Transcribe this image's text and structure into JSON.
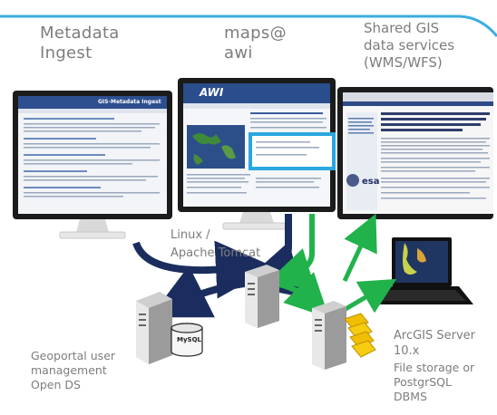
{
  "labels": {
    "metadata_ingest": "Metadata\nIngest",
    "maps_awi": "maps@\nawi",
    "shared_gis": "Shared GIS\ndata services\n(WMS/WFS)",
    "linux_tomcat": "Linux /\nApache Tomcat",
    "geoportal_user": "Geoportal user\nmanagement\nOpen DS",
    "arcgis_server": "ArcGIS Server\n10.x",
    "file_storage": "File storage or\nPostgrSQL\nDBMS",
    "mysql": "MySQL"
  },
  "screens": {
    "left_title": "GIS-Metadata Ingest",
    "middle_logo": "AWI",
    "right_title": "GRPC - Robust trends of landscape dynamics in the permafrost region with temporally dense Landsat time-series stacks",
    "right_badge": "esa"
  },
  "colors": {
    "navy_arrow": "#1b2d5e",
    "green_arrow": "#22b24c",
    "header_line": "#3aaee0",
    "label_gray": "#7d7d7d"
  }
}
